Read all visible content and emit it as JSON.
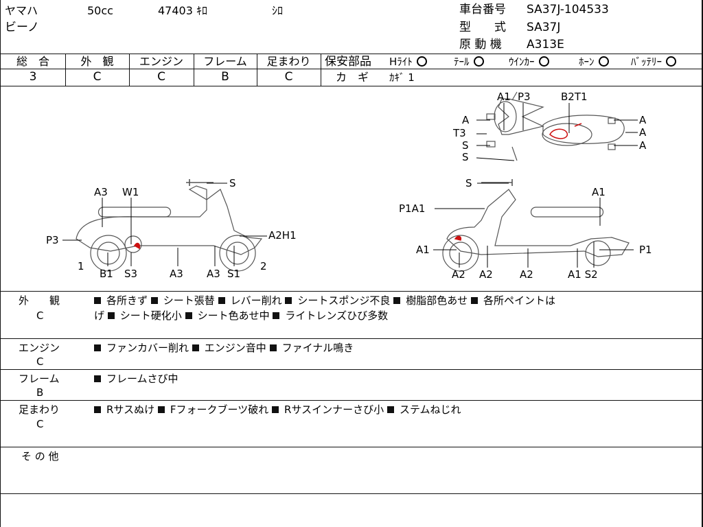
{
  "header": {
    "maker": "ヤマハ",
    "displacement": "50cc",
    "mileage": "47403 ｷﾛ",
    "color": "ｼﾛ",
    "model_name": "ビーノ",
    "frame_no_label": "車台番号",
    "frame_no": "SA37J-104533",
    "type_label": "型　　式",
    "type": "SA37J",
    "engine_label": "原 動 機",
    "engine": "A313E"
  },
  "grades": {
    "total_label": "総　合",
    "total": "3",
    "exterior_label": "外　観",
    "exterior": "C",
    "engine_label": "エンジン",
    "engine": "C",
    "frame_label": "フレーム",
    "frame": "B",
    "suspension_label": "足まわり",
    "suspension": "C"
  },
  "safety": {
    "label": "保安部品",
    "items": [
      "Hﾗｲﾄ",
      "ﾃｰﾙ",
      "ｳｲﾝｶｰ",
      "ﾎｰﾝ",
      "ﾊﾞｯﾃﾘｰ"
    ],
    "status": "O",
    "key_label": "カ　ギ",
    "key_value": "ｶｷﾞ 1"
  },
  "diagram_labels": {
    "top_a1": "A1",
    "top_p3": "P3",
    "top_b2t1": "B2T1",
    "top_a_l1": "A",
    "top_t3": "T3",
    "top_s_l1": "S",
    "top_s_l2": "S",
    "top_a_r1": "A",
    "top_a_r2": "A",
    "top_a_r3": "A",
    "left_s": "S",
    "left_a3": "A3",
    "left_w1": "W1",
    "left_p3": "P3",
    "left_a2h1": "A2H1",
    "left_1": "1",
    "left_2": "2",
    "left_b1": "B1",
    "left_s3": "S3",
    "left_a3b": "A3",
    "left_a3c": "A3",
    "left_s1": "S1",
    "right_s": "S",
    "right_a1": "A1",
    "right_p1a1": "P1A1",
    "right_a1l": "A1",
    "right_p1": "P1",
    "right_a2a": "A2",
    "right_a2b": "A2",
    "right_a2c": "A2",
    "right_a1s2": "A1 S2"
  },
  "comments": {
    "exterior_label": "外　　観",
    "exterior_grade": "C",
    "exterior_line1": [
      "各所きず",
      "シート張替",
      "レバー削れ",
      "シートスポンジ不良",
      "樹脂部色あせ",
      "各所ペイントは"
    ],
    "exterior_line2_lead": "げ",
    "exterior_line2": [
      "シート硬化小",
      "シート色あせ中",
      "ライトレンズひび多数"
    ],
    "engine_label": "エンジン",
    "engine_grade": "C",
    "engine_items": [
      "ファンカバー削れ",
      "エンジン音中",
      "ファイナル鳴き"
    ],
    "frame_label": "フレーム",
    "frame_grade": "B",
    "frame_items": [
      "フレームさび中"
    ],
    "suspension_label": "足まわり",
    "suspension_grade": "C",
    "suspension_items": [
      "Rサスぬけ",
      "Fフォークブーツ破れ",
      "Rサスインナーさび小",
      "ステムねじれ"
    ],
    "other_label": "そ の 他"
  },
  "colors": {
    "line": "#111111",
    "damage_mark": "#cc1111",
    "sketch": "#555555"
  }
}
